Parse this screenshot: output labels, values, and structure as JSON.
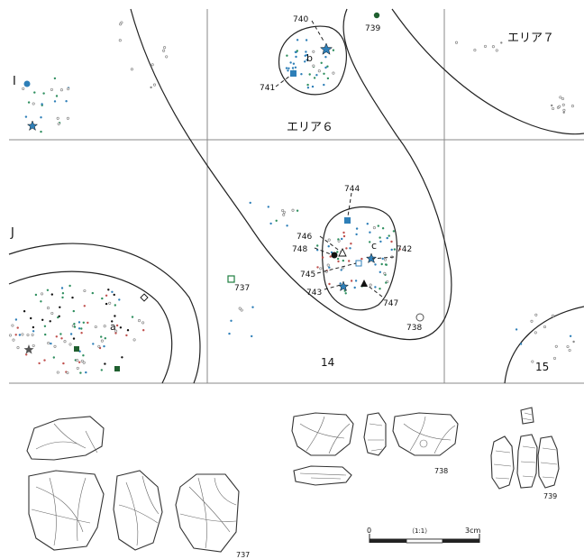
{
  "map": {
    "area_labels": {
      "area6": "エリア６",
      "area7": "エリア７"
    },
    "grid_labels": {
      "row_i": "I",
      "row_j": "J",
      "col_14": "14",
      "col_15": "15"
    },
    "cluster_labels": {
      "a": "a",
      "b": "b",
      "c": "c"
    },
    "artifact_labels": {
      "n737": "737",
      "n738": "738",
      "n739": "739",
      "n740": "740",
      "n741": "741",
      "n742": "742",
      "n743": "743",
      "n744": "744",
      "n745": "745",
      "n746": "746",
      "n747": "747",
      "n748": "748"
    },
    "colors": {
      "blue": "#2e7fb8",
      "green": "#2f8f5f",
      "red": "#c0504d",
      "black": "#111111",
      "gray": "#888888"
    }
  },
  "figures": {
    "labels": {
      "f737": "737",
      "f738": "738",
      "f739": "739"
    },
    "scale": {
      "zero": "0",
      "ratio": "（1:1）",
      "max": "3cm"
    }
  }
}
